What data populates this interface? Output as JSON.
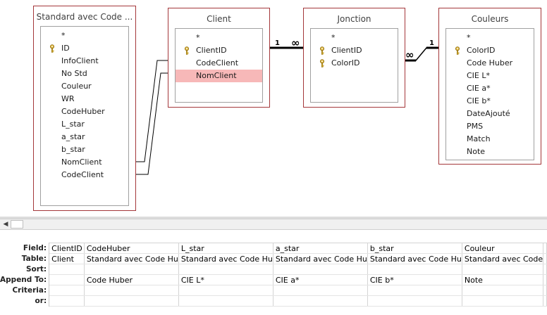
{
  "tables": [
    {
      "title": "Standard avec Code ...",
      "fields": [
        {
          "label": "*"
        },
        {
          "label": "ID",
          "key": true
        },
        {
          "label": "InfoClient"
        },
        {
          "label": "No Std"
        },
        {
          "label": "Couleur"
        },
        {
          "label": "WR"
        },
        {
          "label": "CodeHuber"
        },
        {
          "label": "L_star"
        },
        {
          "label": "a_star"
        },
        {
          "label": "b_star"
        },
        {
          "label": "NomClient"
        },
        {
          "label": "CodeClient"
        }
      ]
    },
    {
      "title": "Client",
      "fields": [
        {
          "label": "*"
        },
        {
          "label": "ClientID",
          "key": true
        },
        {
          "label": "CodeClient"
        },
        {
          "label": "NomClient",
          "selected": true
        }
      ]
    },
    {
      "title": "Jonction",
      "fields": [
        {
          "label": "*"
        },
        {
          "label": "ClientID",
          "key": true
        },
        {
          "label": "ColorID",
          "key": true
        }
      ]
    },
    {
      "title": "Couleurs",
      "fields": [
        {
          "label": "*"
        },
        {
          "label": "ColorID",
          "key": true
        },
        {
          "label": "Code Huber"
        },
        {
          "label": "CIE L*"
        },
        {
          "label": "CIE a*"
        },
        {
          "label": "CIE b*"
        },
        {
          "label": "DateAjouté"
        },
        {
          "label": "PMS"
        },
        {
          "label": "Match"
        },
        {
          "label": "Note"
        }
      ]
    }
  ],
  "relationships": [
    {
      "from": "Client",
      "to": "Jonction",
      "one_label": "1",
      "many_label": "∞"
    },
    {
      "from": "Jonction",
      "to": "Couleurs",
      "one_label": "1",
      "many_label": "∞"
    }
  ],
  "scrollbar": {
    "left_arrow": "◀"
  },
  "grid": {
    "row_labels": [
      "Field:",
      "Table:",
      "Sort:",
      "Append To:",
      "Criteria:",
      "or:"
    ],
    "columns": [
      {
        "field": "ClientID",
        "table": "Client",
        "sort": "",
        "append_to": "",
        "criteria": "",
        "or": ""
      },
      {
        "field": "CodeHuber",
        "table": "Standard avec Code Hu",
        "sort": "",
        "append_to": "Code Huber",
        "criteria": "",
        "or": ""
      },
      {
        "field": "L_star",
        "table": "Standard avec Code Hu",
        "sort": "",
        "append_to": "CIE L*",
        "criteria": "",
        "or": ""
      },
      {
        "field": "a_star",
        "table": "Standard avec Code Hu",
        "sort": "",
        "append_to": "CIE a*",
        "criteria": "",
        "or": ""
      },
      {
        "field": "b_star",
        "table": "Standard avec Code Hu",
        "sort": "",
        "append_to": "CIE b*",
        "criteria": "",
        "or": ""
      },
      {
        "field": "Couleur",
        "table": "Standard avec Code",
        "sort": "",
        "append_to": "Note",
        "criteria": "",
        "or": ""
      },
      {
        "field": "",
        "table": "",
        "sort": "",
        "append_to": "",
        "criteria": "",
        "or": ""
      }
    ]
  },
  "colors": {
    "table_border": "#a4373a",
    "selected_field": "#f7b8b8",
    "key_icon": "#c9a227"
  }
}
